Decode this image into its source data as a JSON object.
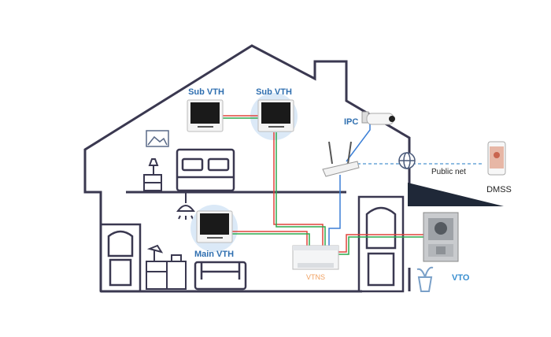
{
  "labels": {
    "sub_vth_left": "Sub VTH",
    "sub_vth_right": "Sub VTH",
    "main_vth": "Main VTH",
    "ipc": "IPC",
    "public_net": "Public net",
    "dmss": "DMSS",
    "vtns": "VTNS",
    "vto": "VTO"
  },
  "colors": {
    "house_outline": "#3a3850",
    "label_blue": "#2f6fb0",
    "vto_blue": "#3a8fd0",
    "vtns_orange": "#f0a060",
    "wire_red": "#e0443c",
    "wire_green": "#2fa84f",
    "wire_blue": "#3b7fd6",
    "dashed_blue": "#6aa6d8",
    "highlight_circle": "#dbe9f7"
  }
}
